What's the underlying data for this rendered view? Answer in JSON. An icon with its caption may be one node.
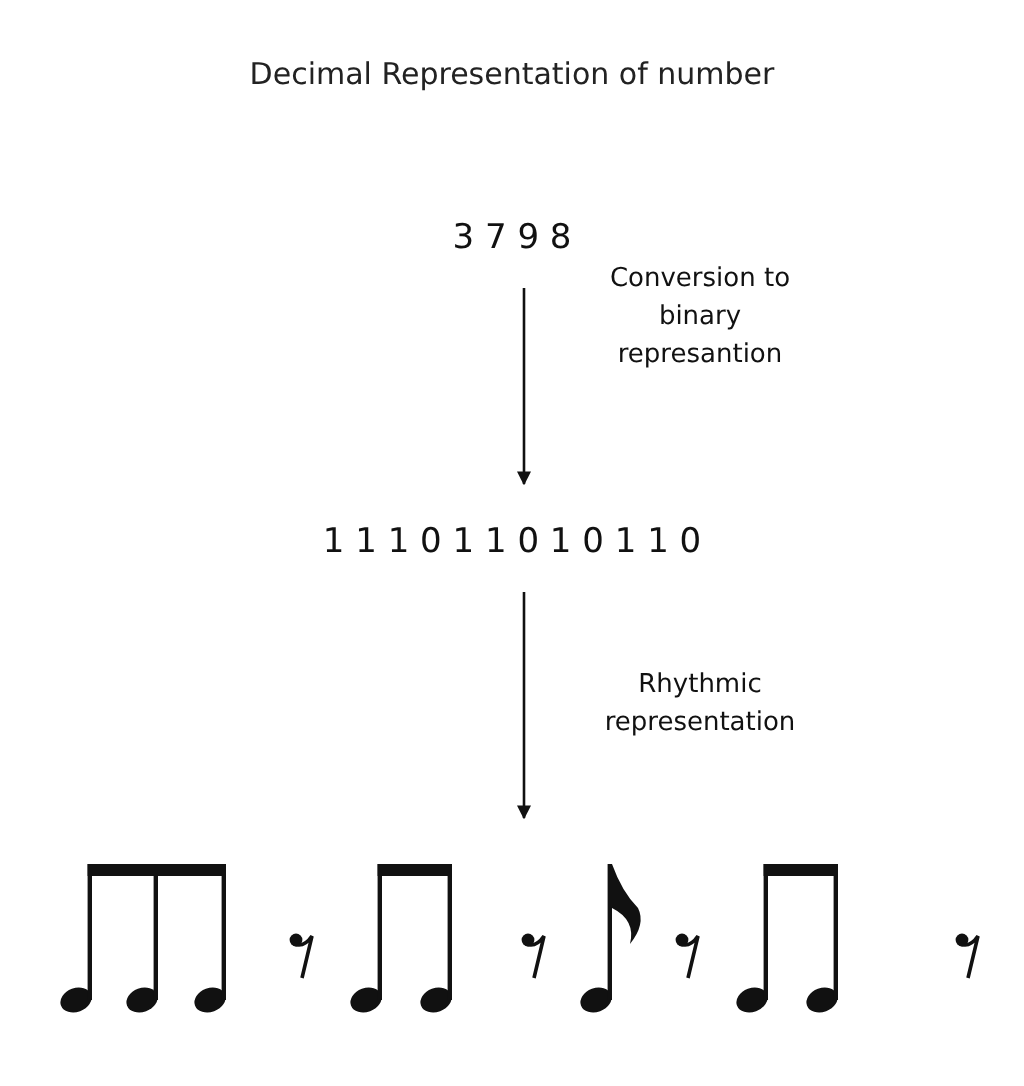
{
  "diagram": {
    "title": "Decimal Representation of number",
    "nodes": [
      {
        "text": [
          "3 7 9 8"
        ]
      },
      {
        "text": [
          "1 1 1 0 1 1 0 1 0 1 1 0"
        ]
      },
      {
        "text": [],
        "shape": "picture"
      }
    ],
    "edges": [
      {
        "from": 0,
        "to": 1,
        "arrow": "to",
        "label": "Conversion to binary represantion"
      },
      {
        "from": 1,
        "to": 2,
        "arrow": "to",
        "label": "Rhythmic representation"
      }
    ]
  }
}
